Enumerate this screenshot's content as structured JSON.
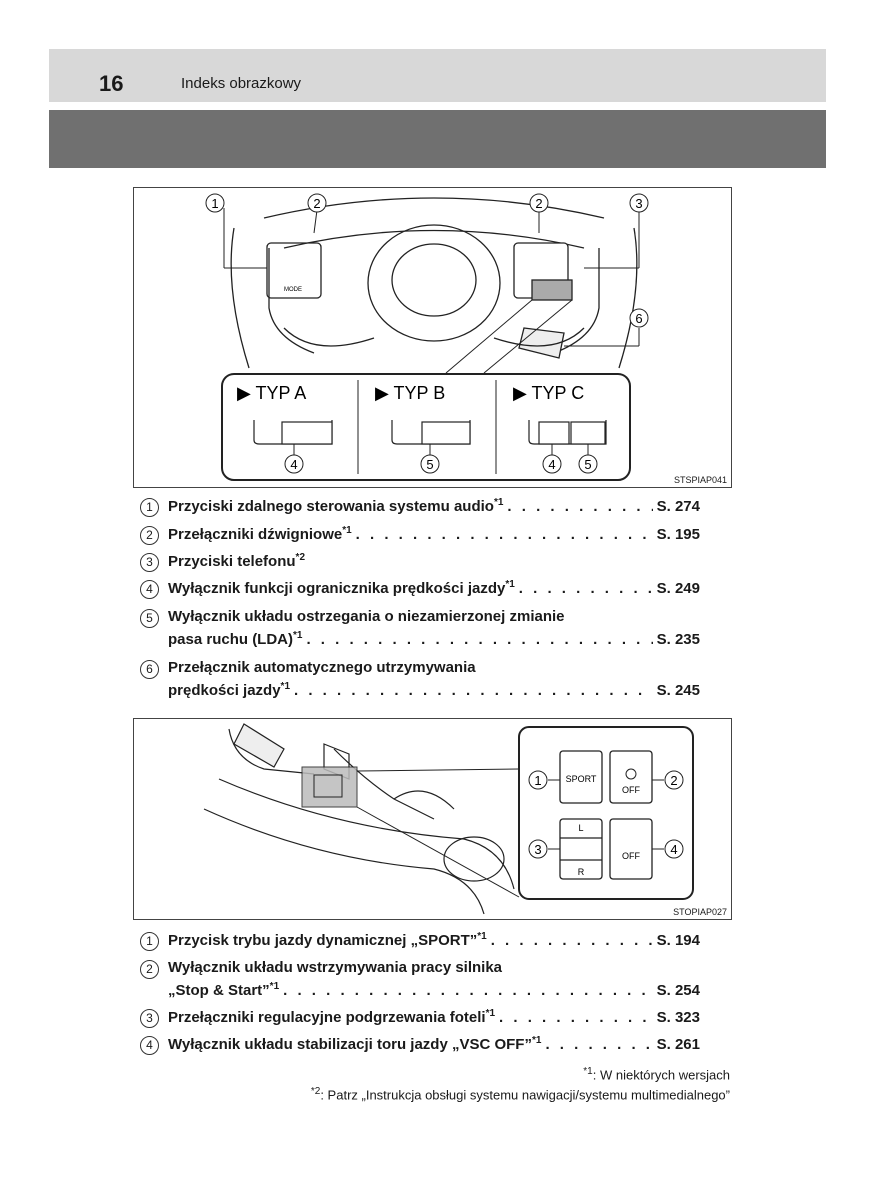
{
  "header": {
    "page_number": "16",
    "section": "Indeks obrazkowy"
  },
  "figure1": {
    "code": "STSPIAP041",
    "types": [
      "TYP A",
      "TYP B",
      "TYP C"
    ],
    "mode_label": "MODE",
    "callouts": [
      "1",
      "2",
      "2",
      "3",
      "6",
      "4",
      "5",
      "4",
      "5"
    ]
  },
  "list1": [
    {
      "n": "1",
      "line1": "Przyciski zdalnego sterowania systemu audio",
      "sup": "*1",
      "page": "S. 274"
    },
    {
      "n": "2",
      "line1": "Przełączniki dźwigniowe",
      "sup": "*1",
      "page": "S. 195"
    },
    {
      "n": "3",
      "line1": "Przyciski telefonu",
      "sup": "*2",
      "page": ""
    },
    {
      "n": "4",
      "line1": "Wyłącznik funkcji ogranicznika prędkości jazdy",
      "sup": "*1",
      "page": "S. 249"
    },
    {
      "n": "5",
      "line1": "Wyłącznik układu ostrzegania o niezamierzonej zmianie",
      "line2": "pasa ruchu (LDA)",
      "sup": "*1",
      "page": "S. 235"
    },
    {
      "n": "6",
      "line1": "Przełącznik automatycznego utrzymywania",
      "line2": "prędkości jazdy",
      "sup": "*1",
      "page": "S. 245"
    }
  ],
  "figure2": {
    "code": "STOPIAP027",
    "sport_label": "SPORT",
    "off_label": "OFF",
    "l_label": "L",
    "r_label": "R",
    "callouts": [
      "1",
      "2",
      "3",
      "4"
    ]
  },
  "list2": [
    {
      "n": "1",
      "line1": "Przycisk trybu jazdy dynamicznej „SPORT”",
      "sup": "*1",
      "page": "S. 194"
    },
    {
      "n": "2",
      "line1": "Wyłącznik układu wstrzymywania pracy silnika",
      "line2": "„Stop & Start”",
      "sup": "*1",
      "page": "S. 254"
    },
    {
      "n": "3",
      "line1": "Przełączniki regulacyjne podgrzewania foteli",
      "sup": "*1",
      "page": "S. 323"
    },
    {
      "n": "4",
      "line1": "Wyłącznik układu stabilizacji toru jazdy „VSC OFF”",
      "sup": "*1",
      "page": "S. 261"
    }
  ],
  "footnotes": [
    {
      "mark": "*1",
      "text": ": W niektórych wersjach"
    },
    {
      "mark": "*2",
      "text": ": Patrz „Instrukcja obsługi systemu nawigacji/systemu multimedialnego”"
    }
  ]
}
